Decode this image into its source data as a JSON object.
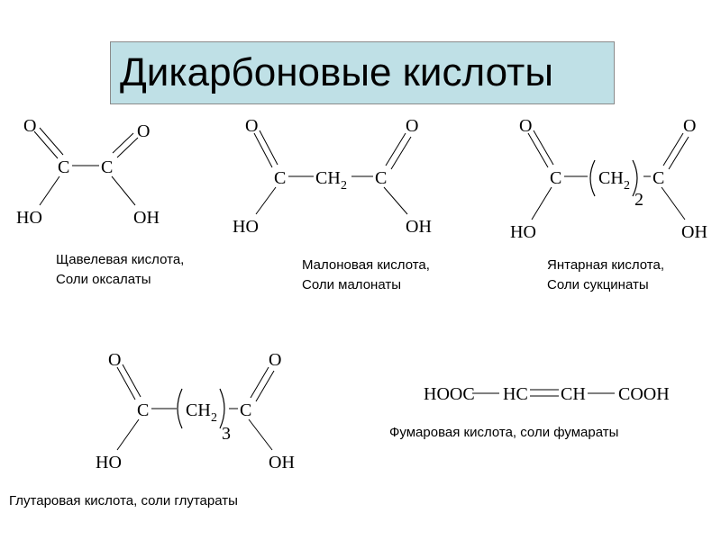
{
  "title": "Дикарбоновые кислоты",
  "captions": {
    "oxalic": [
      "Щавелевая кислота,",
      "Соли оксалаты"
    ],
    "malonic": [
      "Малоновая кислота,",
      "Соли малонаты"
    ],
    "succinic": [
      "Янтарная кислота,",
      "Соли сукцинаты"
    ],
    "fumaric": "Фумаровая кислота, соли фумараты",
    "glutaric": "Глутаровая кислота, соли глутараты"
  },
  "atoms": {
    "O": "O",
    "C": "C",
    "HO": "HO",
    "OH": "OH",
    "CH": "CH",
    "sub2": "2",
    "sub3": "3",
    "HOOC": "HOOC",
    "HC": "HC",
    "COOH": "COOH"
  }
}
